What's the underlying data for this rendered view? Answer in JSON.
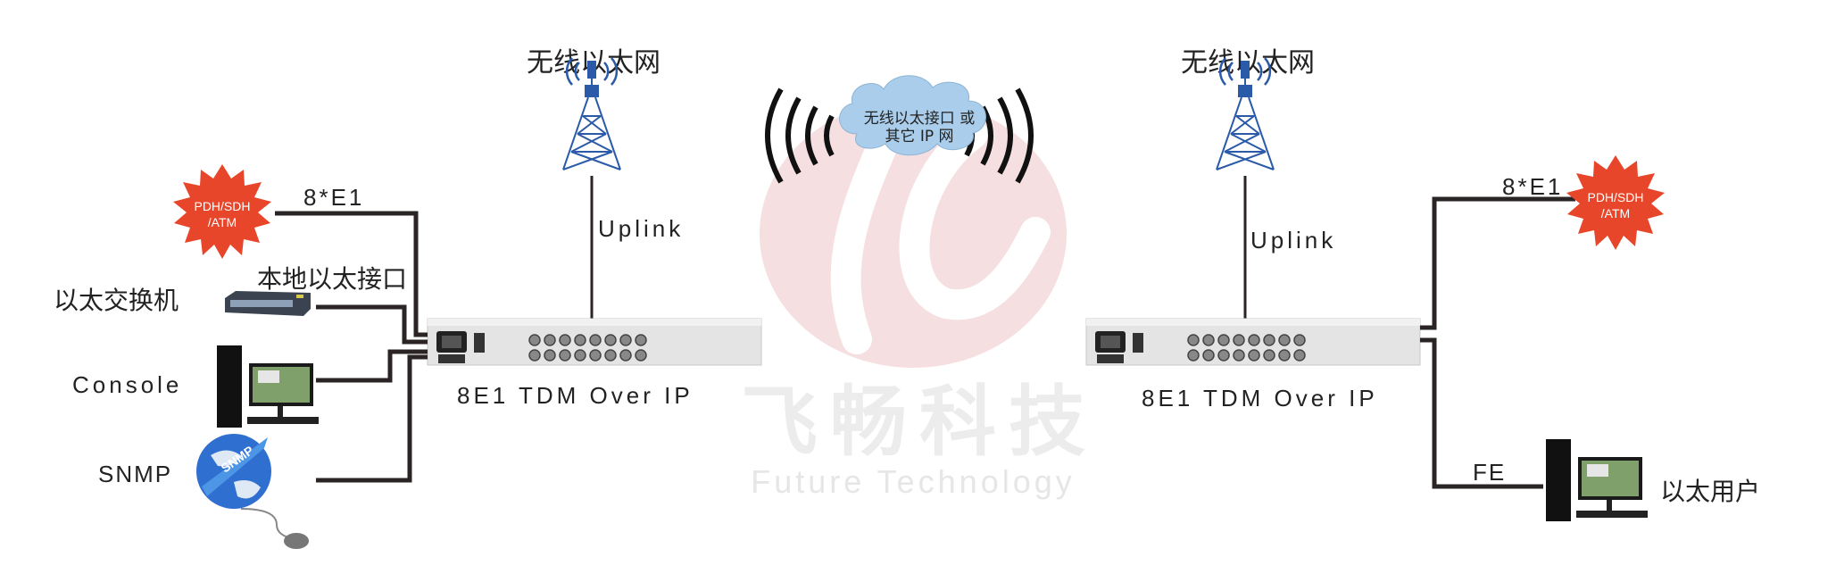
{
  "watermark": {
    "brand_cn": "飞畅科技",
    "brand_en": "Future Technology",
    "color": "#f6dfe0"
  },
  "cloud": {
    "line1": "无线以太接口 或",
    "line2": "其它 IP 网",
    "color": "#a9cdea"
  },
  "left": {
    "tower_label": "无线以太网",
    "uplink_label": "Uplink",
    "device_label": "8E1 TDM Over IP",
    "e1_label": "8*E1",
    "pdh_line1": "PDH/SDH",
    "pdh_line2": "/ATM",
    "local_eth_label": "本地以太接口",
    "switch_label": "以太交换机",
    "console_label": "Console",
    "snmp_label": "SNMP",
    "snmp_globe_text": "SNMP"
  },
  "right": {
    "tower_label": "无线以太网",
    "uplink_label": "Uplink",
    "device_label": "8E1 TDM Over IP",
    "e1_label": "8*E1",
    "pdh_line1": "PDH/SDH",
    "pdh_line2": "/ATM",
    "fe_label": "FE",
    "user_label": "以太用户"
  },
  "colors": {
    "burst": "#e8462a",
    "tower": "#2a5aa8",
    "wire": "#2b2424"
  }
}
